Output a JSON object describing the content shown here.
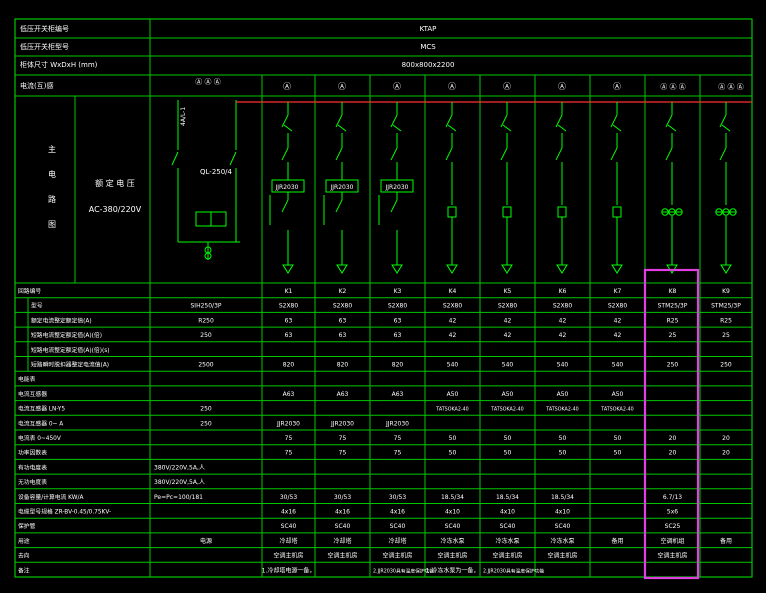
{
  "colors": {
    "grid": "#00c800",
    "text": "#ffffff",
    "highlight": "#e040e0",
    "bus": "#ff3030",
    "symbol": "#00ff00",
    "lead": "#ffffff"
  },
  "header": {
    "row1": {
      "label": "低压开关柜编号",
      "value": "KTAP"
    },
    "row2": {
      "label": "低压开关柜型号",
      "value": "MCS"
    },
    "row3": {
      "label": "柜体尺寸  WxDxH (mm)",
      "value": "800x800x2200"
    },
    "row4": {
      "label": "电流(互)感"
    }
  },
  "scheme": {
    "left_vert": [
      "主",
      "电",
      "路",
      "图"
    ],
    "rated_label": "额 定 电 压",
    "rated_value": "AC-380/220V",
    "main_switch": "QL-250/4",
    "main_switch_side": "4A/L-1",
    "breaker_tags": [
      "JJR2030",
      "JJR2030",
      "JJR2030"
    ],
    "ct_top": [
      "Ⓐ Ⓐ Ⓐ",
      "Ⓐ",
      "Ⓐ",
      "Ⓐ",
      "Ⓐ",
      "Ⓐ",
      "Ⓐ",
      "Ⓐ",
      "Ⓐ Ⓐ Ⓐ",
      "Ⓐ Ⓐ Ⓐ"
    ]
  },
  "table": {
    "col_labels": [
      "回路编号",
      "K1",
      "K2",
      "K3",
      "K4",
      "K5",
      "K6",
      "K7",
      "K8",
      "K9"
    ],
    "rows": [
      {
        "label": "回路编号",
        "main": "",
        "cells": [
          "K1",
          "K2",
          "K3",
          "K4",
          "K5",
          "K6",
          "K7",
          "K8",
          "K9"
        ]
      },
      {
        "label": "型号",
        "main": "SIH250/3P",
        "cells": [
          "S2X80",
          "S2X80",
          "S2X80",
          "S2X80",
          "S2X80",
          "S2X80",
          "S2X80",
          "STM25/3P",
          "STM25/3P"
        ]
      },
      {
        "label": "额定电流整定额定值(A)",
        "main": "R250",
        "cells": [
          "63",
          "63",
          "63",
          "42",
          "42",
          "42",
          "42",
          "R25",
          "R25"
        ]
      },
      {
        "label": "短路电流整定额定值(A)(倍)",
        "main": "250",
        "cells": [
          "63",
          "63",
          "63",
          "42",
          "42",
          "42",
          "42",
          "25",
          "25"
        ]
      },
      {
        "label": "短路电流整定额定值(A)(倍)(s)",
        "main": "",
        "cells": [
          "",
          "",
          "",
          "",
          "",
          "",
          "",
          "",
          ""
        ]
      },
      {
        "label": "短路瞬时脱扣器整定电流值(A)",
        "main": "2500",
        "cells": [
          "820",
          "820",
          "820",
          "540",
          "540",
          "540",
          "540",
          "250",
          "250"
        ]
      },
      {
        "label": "电能表",
        "main": "",
        "cells": [
          "",
          "",
          "",
          "",
          "",
          "",
          "",
          "",
          ""
        ]
      },
      {
        "label": "电流互感器",
        "main": "",
        "cells": [
          "A63",
          "A63",
          "A63",
          "A50",
          "A50",
          "A50",
          "A50",
          "",
          ""
        ]
      },
      {
        "label": "电流互感器  LN-Y5",
        "main": "250",
        "cells": [
          "",
          "",
          "",
          "TATSOKA2-40",
          "TATSOKA2-40",
          "TATSOKA2-40",
          "TATSOKA2-40",
          "",
          ""
        ]
      },
      {
        "label": "电流互感器  0~ A",
        "main": "250",
        "cells": [
          "JJR2030",
          "JJR2030",
          "JJR2030",
          "",
          "",
          "",
          "",
          "",
          ""
        ]
      },
      {
        "label": "电流表  0~450V",
        "main": "",
        "cells": [
          "75",
          "75",
          "75",
          "50",
          "50",
          "50",
          "50",
          "20",
          "20"
        ]
      },
      {
        "label": "功率因数表",
        "main": "",
        "cells": [
          "75",
          "75",
          "75",
          "50",
          "50",
          "50",
          "50",
          "20",
          "20"
        ]
      },
      {
        "label": "有功电度表",
        "main": "380V/220V,5A,人",
        "cells": [
          "",
          "",
          "",
          "",
          "",
          "",
          "",
          "",
          ""
        ]
      },
      {
        "label": "无功电度表",
        "main": "380V/220V,5A,人",
        "cells": [
          "",
          "",
          "",
          "",
          "",
          "",
          "",
          "",
          ""
        ]
      },
      {
        "label": "设备容量/计算电流  KW/A",
        "main": "Pe=Pc=100/181",
        "cells": [
          "30/53",
          "30/53",
          "30/53",
          "18.5/34",
          "18.5/34",
          "18.5/34",
          "",
          "6.7/13",
          ""
        ]
      },
      {
        "label": "电缆型号规格  ZR-BV-0.45/0.75KV-",
        "main": "",
        "cells": [
          "4x16",
          "4x16",
          "4x16",
          "4x10",
          "4x10",
          "4x10",
          "",
          "5x6",
          ""
        ]
      },
      {
        "label": "保护管",
        "main": "",
        "cells": [
          "SC40",
          "SC40",
          "SC40",
          "SC40",
          "SC40",
          "SC40",
          "",
          "SC25",
          ""
        ]
      },
      {
        "label": "用途",
        "main": "电源",
        "cells": [
          "冷却塔",
          "冷却塔",
          "冷却塔",
          "冷冻水泵",
          "冷冻水泵",
          "冷冻水泵",
          "备用",
          "空调机组",
          "备用"
        ]
      },
      {
        "label": "去向",
        "main": "",
        "cells": [
          "空调主机房",
          "空调主机房",
          "空调主机房",
          "空调主机房",
          "空调主机房",
          "空调主机房",
          "",
          "空调主机房",
          ""
        ]
      },
      {
        "label": "备注",
        "main": "",
        "cells": [
          "1.冷却塔电源一备，",
          "",
          "2.JJR2030具有温度保护功能",
          "1.冷冻水泵为一备，",
          "2.JJR2030具有温度保护功能",
          "",
          "",
          "",
          ""
        ]
      }
    ]
  }
}
